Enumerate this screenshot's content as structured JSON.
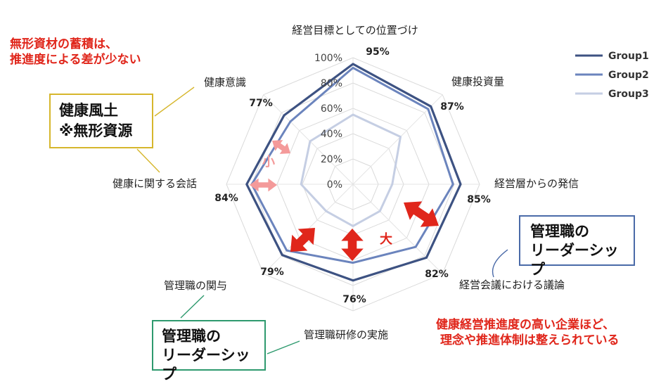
{
  "colors": {
    "group1": "#3d5282",
    "group2": "#6b84bd",
    "group3": "#c5cee3",
    "accent_red": "#e0261b",
    "box_yellow": "#d6b62c",
    "box_green": "#2e9a6e",
    "box_blue": "#4a6aa8"
  },
  "chart_data": {
    "type": "radar",
    "title": "",
    "categories": [
      "経営目標としての位置づけ",
      "健康投資量",
      "経営層からの発信",
      "経営会議における議論",
      "管理職研修の実施",
      "管理職の関与",
      "健康に関する会話",
      "健康意識"
    ],
    "value_labels": [
      "95%",
      "87%",
      "85%",
      "82%",
      "76%",
      "79%",
      "84%",
      "77%"
    ],
    "radial_ticks": [
      "0%",
      "20%",
      "40%",
      "60%",
      "80%",
      "100%"
    ],
    "rlim": [
      0,
      100
    ],
    "grid": true,
    "legend_position": "top-right",
    "series": [
      {
        "name": "Group1",
        "values": [
          95,
          87,
          85,
          82,
          76,
          79,
          84,
          77
        ]
      },
      {
        "name": "Group2",
        "values": [
          92,
          84,
          79,
          70,
          62,
          74,
          80,
          70
        ]
      },
      {
        "name": "Group3",
        "values": [
          55,
          53,
          31,
          30,
          33,
          30,
          41,
          48
        ]
      }
    ],
    "annotations": [
      "小",
      "大"
    ]
  },
  "notes": {
    "top_left_line1": "無形資材の蓄積は、",
    "top_left_line2": "推進度による差が少ない",
    "bottom_right_line1": "健康経営推進度の高い企業ほど、",
    "bottom_right_line2": "理念や推進体制は整えられている"
  },
  "boxes": {
    "culture_line1": "健康風土",
    "culture_line2": "※無形資源",
    "leader_right_line1": "管理職の",
    "leader_right_line2": "リーダーシップ",
    "leader_left_line1": "管理職の",
    "leader_left_line2": "リーダーシップ"
  }
}
